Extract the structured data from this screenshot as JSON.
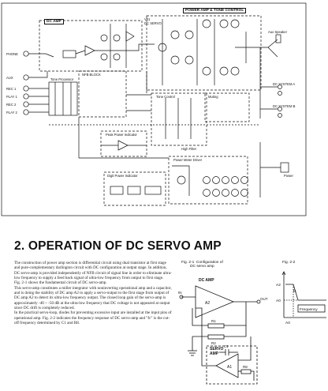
{
  "schematic": {
    "sections": {
      "dc_amp": "DC AMP",
      "power_amp_tone_control": "POWER AMP & TONE CONTROL"
    },
    "labels": {
      "v01_dc_servo": "V01\nDC SERVO",
      "aux_speaker": "Aux Speaker",
      "phone": "PHONE",
      "aux": "AUX",
      "rec1": "REC 1",
      "play1": "PLAY 1",
      "rec2": "REC 2",
      "play2": "PLAY 2",
      "tone_processor": "Tone Processor",
      "nfb_block": "NFB BLOCK",
      "tone_control": "Tone Control",
      "dc_system_b": "DC SYSTEM B",
      "dc_system_a": "DC SYSTEM A",
      "high_filter": "High Filter",
      "mute_relay": "Muting",
      "digital_power_indicator": "Digit Power Indicator",
      "power_meter_driver": "Power Meter Driver",
      "peak_power_indicator": "Peak Power Indicator",
      "power": "Power"
    }
  },
  "article": {
    "section_title": "2. OPERATION OF DC SERVO AMP",
    "paragraphs": [
      "The construction of power amp section is differential circuit using dual transistor at first stage and pure-complementary darlington circuit with DC configuration at output stage. In addition, DC servo-amp is provided independently of NFB circuit of signal line in order to eliminate ultra-low frequency to supply a feed back signal of ultra-low frequency from output to first stage.",
      "Fig. 2-1 shows the fundamental circuit of DC servo-amp.",
      "This servo-amp constitutes a miller integrator with noninverting operational amp and a capacitor, and is doing the stability of DC amp A2 to apply a servo-output to the first stage from output of DC amp A2 to detect its ultra-low frequency output. The closed loop gain of the servo-amp is approximately -40 ~ -50 dB at the ultra-low frequency that DC voltage is not appeared at output since DC drift is completely reduced.",
      "In the practical servo-loop, diodes for preventing excessive input are installed at the input pins of operational amp. Fig. 2-2 indicates the frequency response of DC servo-amp and \"fc\" is the cut-off frequency determined by C1 and R8."
    ]
  },
  "fig21": {
    "caption": "Fig. 2-1  Configuration of\nDC servo amp",
    "dc_amp_label": "DC AMP",
    "servo_amp_label": "SERVO\nAMP",
    "a2": "A2",
    "a1": "A1",
    "r1": "R1",
    "r2": "R2",
    "r3": "R3",
    "r_a": "R8",
    "c1": "C1",
    "c2": "C2",
    "out": "OUT",
    "in": "IN"
  },
  "fig22": {
    "caption": "Fig. 2-2",
    "y_top": "A2",
    "y_mid": "A0",
    "fc": "fc",
    "x_label": "Frequency",
    "y_bottom": "A0"
  }
}
